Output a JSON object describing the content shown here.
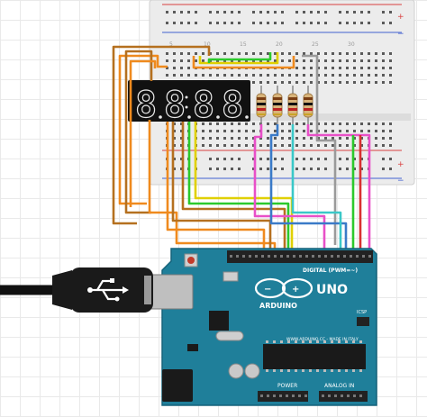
{
  "breadboard": {
    "column_labels": [
      "5",
      "10",
      "15",
      "20",
      "25",
      "30"
    ],
    "rail_plus_top": "+",
    "rail_minus_top": "−",
    "rail_plus_bottom": "+",
    "rail_minus_bottom": "−"
  },
  "display": {
    "digits": [
      "8",
      "8",
      "8",
      "8"
    ]
  },
  "arduino": {
    "header_label": "DIGITAL (PWM=~)",
    "logo_text": "UNO",
    "brand_text": "ARDUINO",
    "website": "WWW.ARDUINO.CC - MADE IN ITALY",
    "power_label": "POWER",
    "analog_label": "ANALOG IN",
    "icsp_label": "ICSP"
  },
  "usb": {
    "icon": "usb-icon"
  },
  "colors": {
    "board": "#1f7f9a",
    "breadboard": "#ececec",
    "wire_orange": "#ef8a1e",
    "wire_brown": "#b5701f",
    "wire_yellow": "#e0d000",
    "wire_green": "#2cc92c",
    "wire_gray": "#9a9a9a",
    "wire_pink": "#e850c8",
    "wire_blue": "#3a7ac8",
    "wire_cyan": "#3ac8c8",
    "wire_red": "#d83030"
  }
}
